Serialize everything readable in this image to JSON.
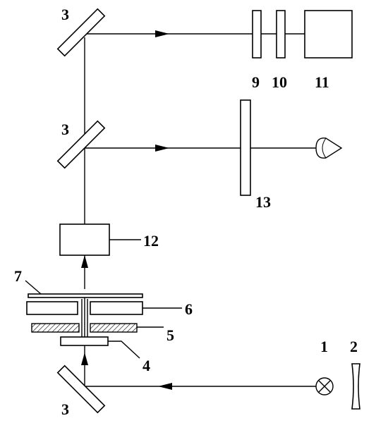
{
  "labels": {
    "source": "1",
    "reflector": "2",
    "mirror_top": "3",
    "mirror_mid": "3",
    "mirror_bottom": "3",
    "part_4": "4",
    "part_5": "5",
    "part_6": "6",
    "part_7": "7",
    "filter_9": "9",
    "filter_10": "10",
    "detector_11": "11",
    "objective_12": "12",
    "screen_13": "13"
  },
  "colors": {
    "line": "#000000",
    "background": "#ffffff"
  }
}
